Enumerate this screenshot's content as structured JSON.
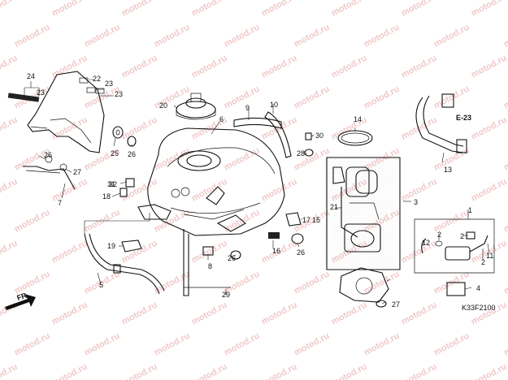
{
  "watermark": "motod.ru",
  "diagram_code": "K33F2100",
  "direction_label": "FR.",
  "ref_label": "E-23",
  "callouts": [
    "1",
    "2",
    "2",
    "2",
    "3",
    "4",
    "5",
    "6",
    "7",
    "8",
    "9",
    "10",
    "11",
    "12",
    "13",
    "14",
    "15",
    "16",
    "17",
    "18",
    "19",
    "20",
    "21",
    "22",
    "23",
    "23",
    "23",
    "24",
    "25",
    "26",
    "26",
    "26",
    "26",
    "27",
    "27",
    "28",
    "29",
    "30",
    "31",
    "32"
  ],
  "colors": {
    "line": "#111111",
    "watermark": "#f0c9c9",
    "hatch": "#888888"
  }
}
